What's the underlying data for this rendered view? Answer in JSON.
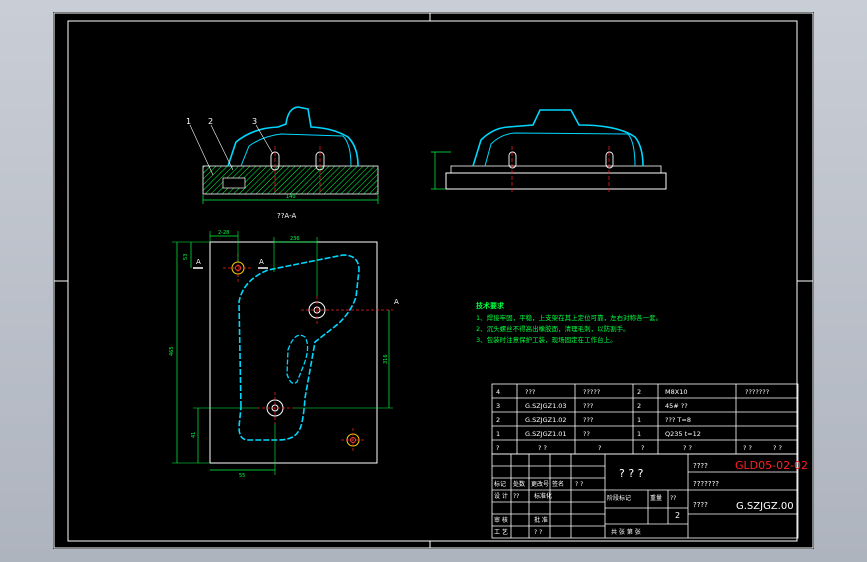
{
  "drawing": {
    "section_label": "??A-A",
    "balloons": [
      "1",
      "2",
      "3"
    ],
    "section_mark": "A",
    "dims": {
      "front_width": "140",
      "top_a": "2-28",
      "top_b": "236",
      "left_a": "465",
      "right_a": "316",
      "bottom_a": "55",
      "left_b": "41",
      "left_c": "53"
    },
    "tech_req_title": "技术要求",
    "tech_req": [
      "1、焊接牢固，平稳，上支架在其上定位可靠，左右对称各一套。",
      "2、沉头螺丝不得高出橡胶面，清理毛刺，以防割手。",
      "3、包装时注意保护工装，现场固定在工作台上。"
    ]
  },
  "parts_list": [
    {
      "no": "4",
      "code": "???",
      "name": "?????",
      "qty": "2",
      "material": "M8X10",
      "note": "???????"
    },
    {
      "no": "3",
      "code": "G.SZJGZ1.03",
      "name": "???",
      "qty": "2",
      "material": "45# ??",
      "note": ""
    },
    {
      "no": "2",
      "code": "G.SZJGZ1.02",
      "name": "???",
      "qty": "1",
      "material": "??? T=8",
      "note": ""
    },
    {
      "no": "1",
      "code": "G.SZJGZ1.01",
      "name": "??",
      "qty": "1",
      "material": "Q235 t=12",
      "note": ""
    }
  ],
  "parts_header": [
    "?",
    "? ?",
    "?",
    "?",
    "? ?",
    "? ?",
    "? ?"
  ],
  "title_block": {
    "drawing_no": "GLD05-02-02",
    "drawing_no_label": "????",
    "name_label": "???????",
    "part_code": "G.SZJGZ.00",
    "part_code_label": "????",
    "qmarks": "?   ?   ?",
    "row_labels": [
      "标记",
      "处数",
      "更改号",
      "签名",
      "? ?"
    ],
    "design_label": "设 计",
    "design_val": "??",
    "std_label": "标准化",
    "stage_label": "阶段标记",
    "weight_label": "重量",
    "scale_label": "??",
    "audit_label": "审 核",
    "approve_label": "批 准",
    "process_label": "工 艺",
    "process_val": "? ?",
    "sheets_label": "共    张    第    张",
    "sheet_no": "2"
  },
  "colors": {
    "frame": "#ffffff",
    "outline": "#00d8ff",
    "dimension": "#00ff44",
    "hatch": "#00ff44",
    "center": "#ff2020",
    "text_green": "#00ff40",
    "title_red": "#ff2020",
    "bg": "#000000"
  }
}
